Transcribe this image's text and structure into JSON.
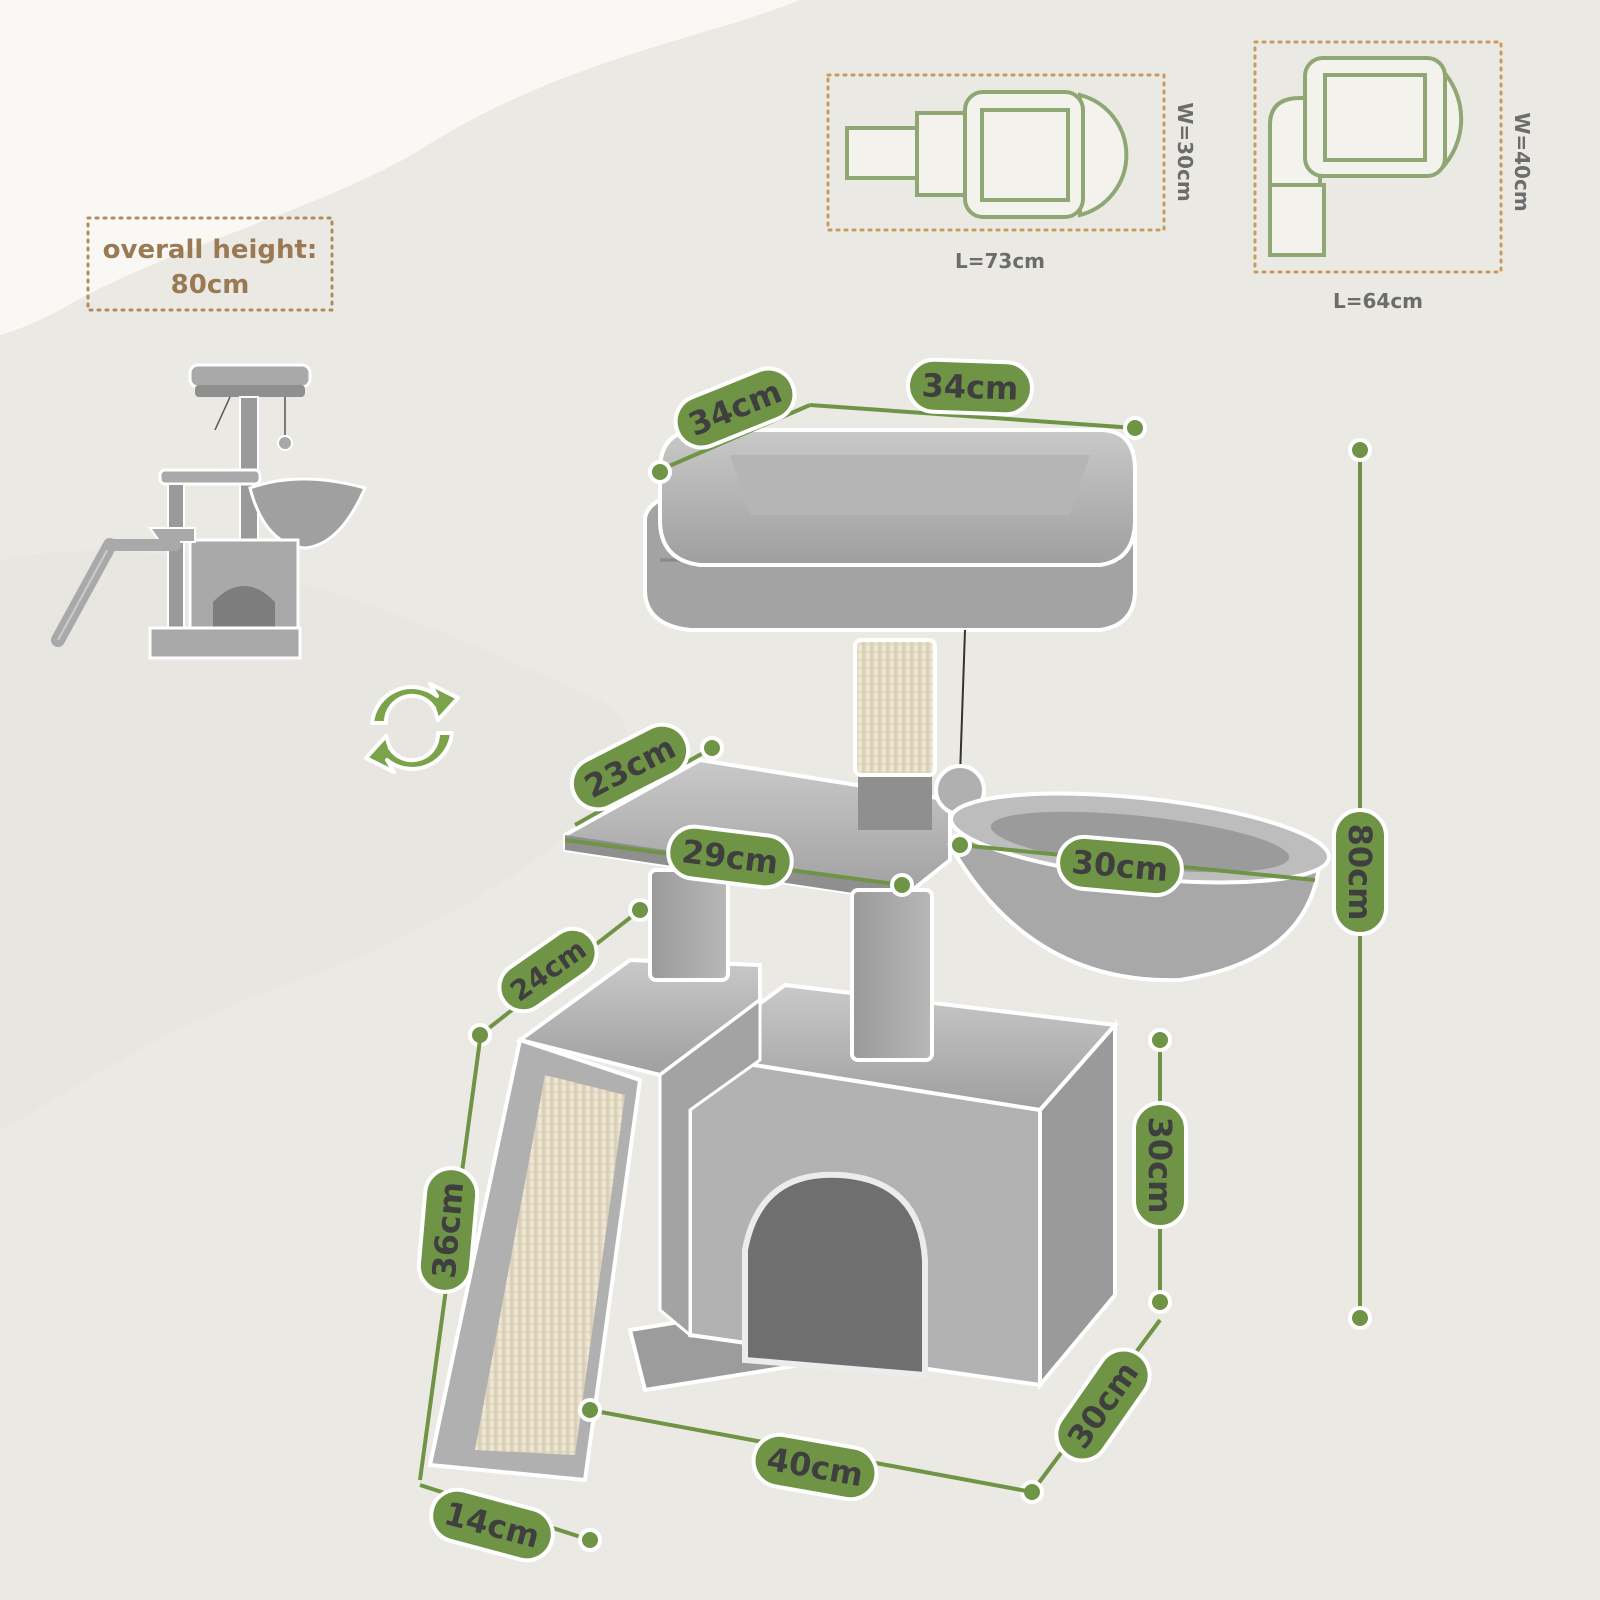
{
  "colors": {
    "background": "#eeece6",
    "accent_green": "#6f9446",
    "label_brown": "#9a7a55",
    "plush_grey": "#a9a9a9",
    "sisal": "#efe6cf"
  },
  "overall_height": {
    "label": "overall height:",
    "value": "80cm"
  },
  "footprints": [
    {
      "width": "W=30cm",
      "length": "L=73cm"
    },
    {
      "width": "W=40cm",
      "length": "L=64cm"
    }
  ],
  "rotate_icon": "rotate-arrows-icon",
  "dimensions": {
    "top_depth": "34cm",
    "top_width": "34cm",
    "platform_depth": "23cm",
    "platform_width": "29cm",
    "basket_diameter": "30cm",
    "total_height": "80cm",
    "step_depth": "24cm",
    "ramp_length": "36cm",
    "condo_height": "30cm",
    "condo_depth": "30cm",
    "base_width": "40cm",
    "ramp_width": "14cm"
  }
}
